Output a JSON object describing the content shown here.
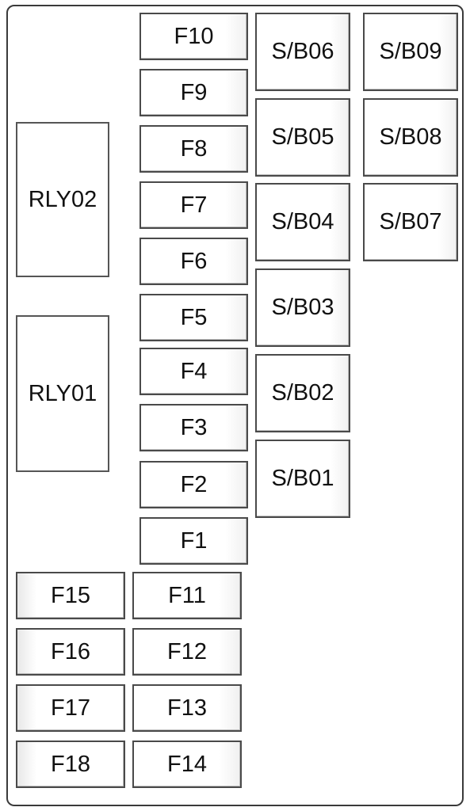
{
  "fuse_panel": {
    "relays": {
      "rly02": "RLY02",
      "rly01": "RLY01"
    },
    "fuses": {
      "f10": "F10",
      "f9": "F9",
      "f8": "F8",
      "f7": "F7",
      "f6": "F6",
      "f5": "F5",
      "f4": "F4",
      "f3": "F3",
      "f2": "F2",
      "f1": "F1",
      "f11": "F11",
      "f12": "F12",
      "f13": "F13",
      "f14": "F14",
      "f15": "F15",
      "f16": "F16",
      "f17": "F17",
      "f18": "F18"
    },
    "slow_blow": {
      "sb01": "S/B01",
      "sb02": "S/B02",
      "sb03": "S/B03",
      "sb04": "S/B04",
      "sb05": "S/B05",
      "sb06": "S/B06",
      "sb07": "S/B07",
      "sb08": "S/B08",
      "sb09": "S/B09"
    }
  }
}
